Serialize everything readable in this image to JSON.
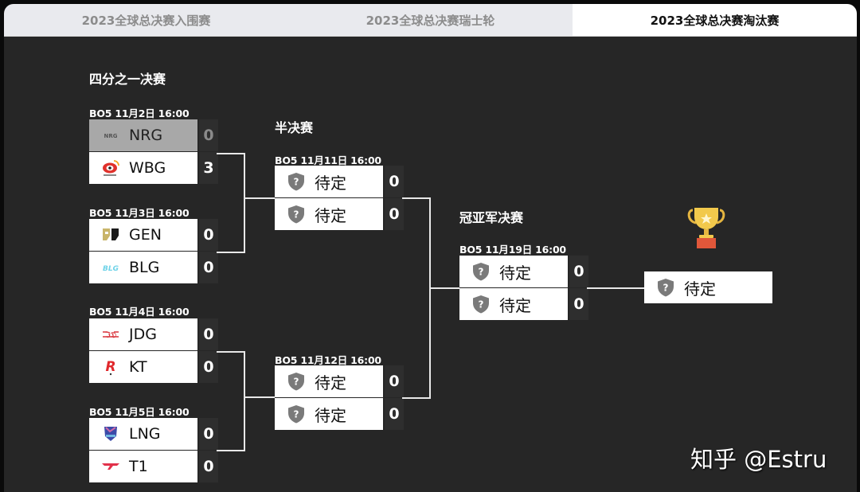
{
  "tabs": [
    {
      "label": "2023全球总决赛入围赛",
      "active": false
    },
    {
      "label": "2023全球总决赛瑞士轮",
      "active": false
    },
    {
      "label": "2023全球总决赛淘汰赛",
      "active": true
    }
  ],
  "quarterfinals": {
    "title": "四分之一决赛",
    "matches": [
      {
        "label": "BO5 11月2日 16:00",
        "teams": [
          {
            "name": "NRG",
            "score": "0",
            "logo": "nrg-logo",
            "eliminated": true
          },
          {
            "name": "WBG",
            "score": "3",
            "logo": "wbg-logo",
            "eliminated": false
          }
        ]
      },
      {
        "label": "BO5 11月3日 16:00",
        "teams": [
          {
            "name": "GEN",
            "score": "0",
            "logo": "gen-logo"
          },
          {
            "name": "BLG",
            "score": "0",
            "logo": "blg-logo"
          }
        ]
      },
      {
        "label": "BO5 11月4日 16:00",
        "teams": [
          {
            "name": "JDG",
            "score": "0",
            "logo": "jdg-logo"
          },
          {
            "name": "KT",
            "score": "0",
            "logo": "kt-logo"
          }
        ]
      },
      {
        "label": "BO5 11月5日 16:00",
        "teams": [
          {
            "name": "LNG",
            "score": "0",
            "logo": "lng-logo"
          },
          {
            "name": "T1",
            "score": "0",
            "logo": "t1-logo"
          }
        ]
      }
    ]
  },
  "semifinals": {
    "title": "半决赛",
    "matches": [
      {
        "label": "BO5 11月11日 16:00",
        "teams": [
          {
            "name": "待定",
            "score": "0",
            "logo": "tbd-shield-icon"
          },
          {
            "name": "待定",
            "score": "0",
            "logo": "tbd-shield-icon"
          }
        ]
      },
      {
        "label": "BO5 11月12日 16:00",
        "teams": [
          {
            "name": "待定",
            "score": "0",
            "logo": "tbd-shield-icon"
          },
          {
            "name": "待定",
            "score": "0",
            "logo": "tbd-shield-icon"
          }
        ]
      }
    ]
  },
  "final": {
    "title": "冠亚军决赛",
    "match": {
      "label": "BO5 11月19日 16:00",
      "teams": [
        {
          "name": "待定",
          "score": "0",
          "logo": "tbd-shield-icon"
        },
        {
          "name": "待定",
          "score": "0",
          "logo": "tbd-shield-icon"
        }
      ]
    }
  },
  "champion": {
    "name": "待定",
    "icon": "trophy-icon"
  },
  "watermark": "知乎 @Estru",
  "colors": {
    "background": "#262626",
    "tab_inactive": "#e9eaee",
    "tab_active": "#ffffff",
    "eliminated_row": "#a8a8a8",
    "score_box": "#2e2e2e",
    "trophy_gold": "#f2c94c",
    "trophy_base": "#e0573a"
  }
}
